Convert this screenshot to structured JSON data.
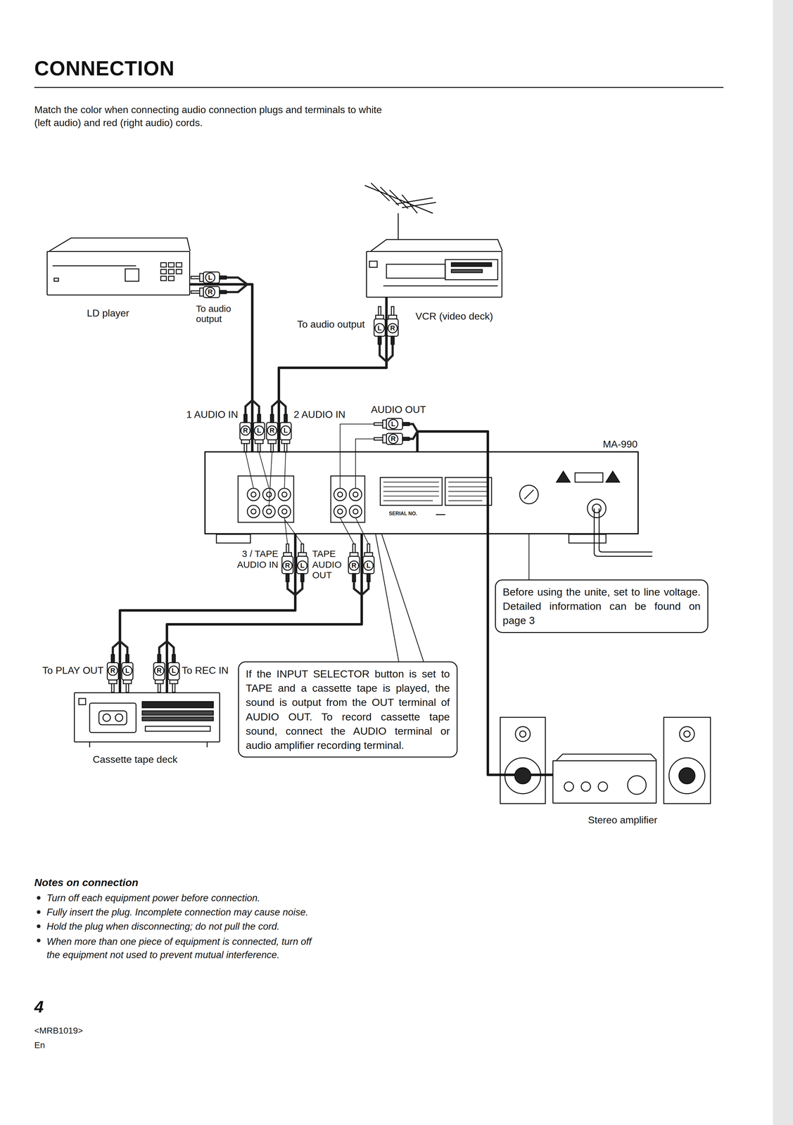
{
  "diagram": {
    "title": "CONNECTION",
    "nodes": [
      {
        "text": [
          "LD player"
        ]
      },
      {
        "text": [
          "VCR (video deck)"
        ]
      },
      {
        "text": [
          "MA-990"
        ]
      },
      {
        "text": [
          "Cassette tape deck"
        ]
      },
      {
        "text": [
          "Stereo amplifier"
        ]
      },
      {
        "text": [
          "Before using the unite, set to line voltage. Detailed information can be found on page 3"
        ]
      },
      {
        "text": [
          "If the INPUT SELECTOR button is set to TAPE and a cassette tape is played, the sound is output from the OUT terminal of AUDIO OUT. To record cassette tape sound, connect the AUDIO terminal or audio amplifier recording terminal."
        ]
      }
    ],
    "edges": [
      {
        "from": 0,
        "to": 2,
        "arrow": "none"
      },
      {
        "from": 1,
        "to": 2,
        "arrow": "none"
      },
      {
        "from": 2,
        "to": 4,
        "arrow": "none"
      },
      {
        "from": 3,
        "to": 2,
        "arrow": "none"
      },
      {
        "from": 2,
        "to": 3,
        "arrow": "none"
      },
      {
        "from": 5,
        "to": 2,
        "arrow": "none"
      },
      {
        "from": 6,
        "to": 2,
        "arrow": "none"
      }
    ],
    "labels": [
      "Match the color when connecting audio connection plugs and terminals to white (left audio) and red (right audio) cords.",
      "To audio output",
      "L",
      "R",
      "To audio output",
      "L",
      "R",
      "1 AUDIO IN",
      "R",
      "L",
      "2 AUDIO IN",
      "R",
      "L",
      "AUDIO OUT",
      "L",
      "R",
      "3 / TAPE AUDIO IN",
      "R",
      "L",
      "TAPE AUDIO OUT",
      "R",
      "L",
      "To PLAY OUT",
      "R",
      "L",
      "To REC IN",
      "R",
      "L",
      "SERIAL NO.",
      "Notes on connection",
      "Turn off each equipment power before connection.",
      "Fully insert the plug. Incomplete connection may cause noise.",
      "Hold the plug when disconnecting; do not pull the cord.",
      "When more than one piece of equipment is connected, turn off the equipment not used to prevent mutual interference.",
      "4",
      "<MRB1019>",
      "En"
    ]
  }
}
